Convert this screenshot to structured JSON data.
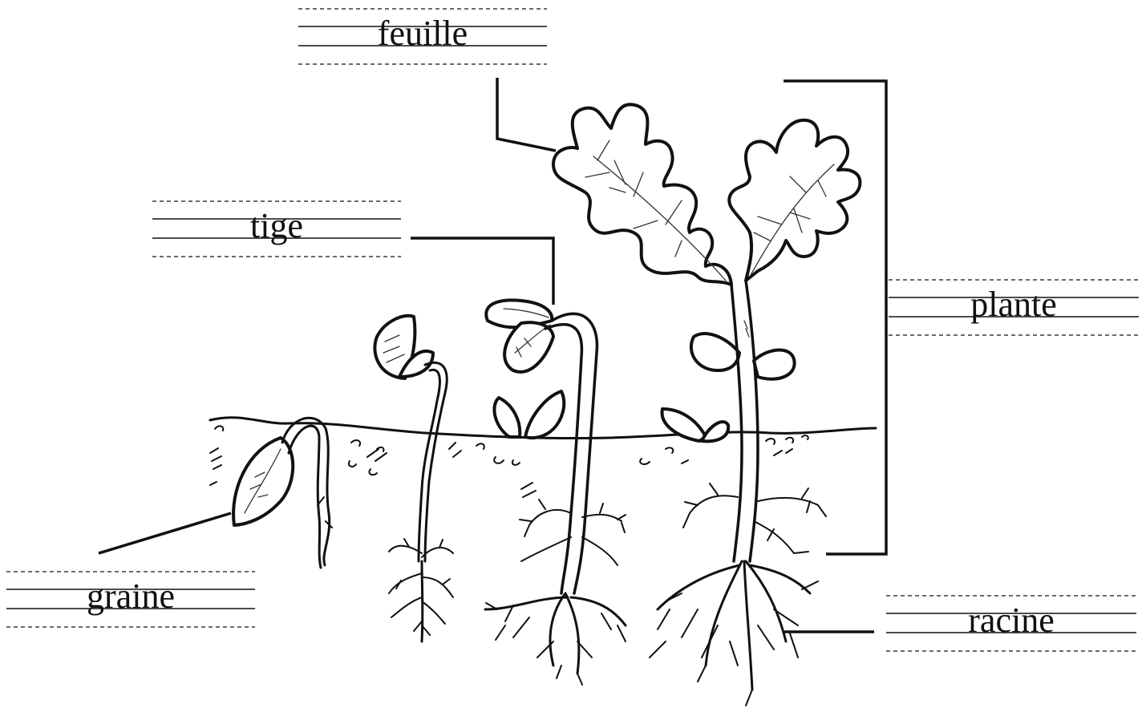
{
  "labels": {
    "leaf": "feuille",
    "stem": "tige",
    "plant": "plante",
    "seed": "graine",
    "root": "racine"
  }
}
